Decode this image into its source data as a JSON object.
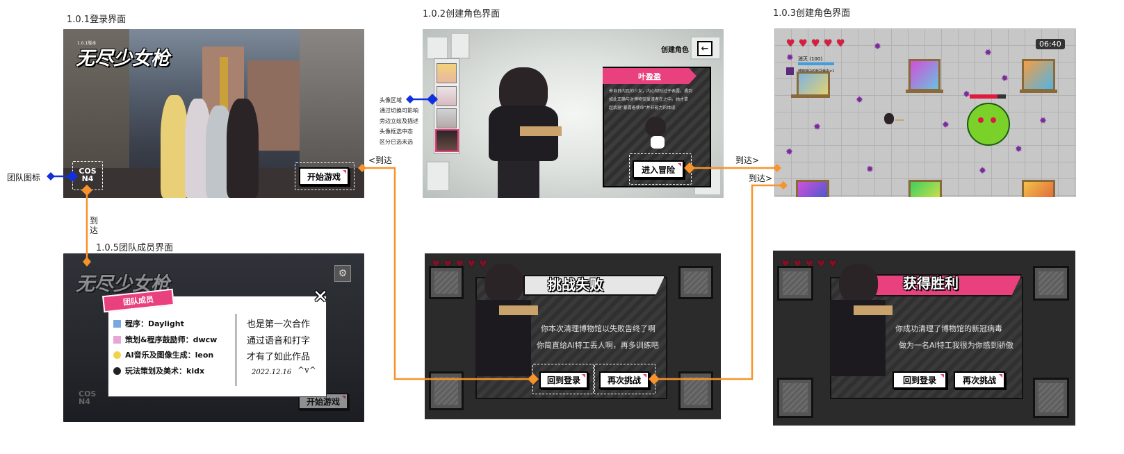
{
  "screens": {
    "login": {
      "title": "1.0.1登录界面",
      "game_logo": "无尽少女枪",
      "logo_tag": "1.0.1版本",
      "start_button": "开始游戏",
      "team_logo_top": "COS",
      "team_logo_bottom": "N4"
    },
    "create": {
      "title": "1.0.2创建角色界面",
      "header": "创建角色",
      "back_icon": "←",
      "role_name": "叶盈盈",
      "role_desc": [
        "来自日内瓦的少女，内心韧劲过于表露。遇到",
        "如此正确与对博物馆爱谨者在之中。她才拿",
        "起武器\"暴露着使命\"并非能力的体现"
      ],
      "enter_button": "进入冒险"
    },
    "game": {
      "title": "1.0.3创建角色界面",
      "timer": "06:40",
      "status_line": "消灭 (100)",
      "status_line2": "博物馆中的新冠病毒×1"
    },
    "team": {
      "title": "1.0.5团队成员界面",
      "banner": "团队成员",
      "close_icon": "✕",
      "members": [
        {
          "label": "程序：Daylight"
        },
        {
          "label": "策划&程序鼓励师：dwcw"
        },
        {
          "label": "AI音乐及图像生成：leon"
        },
        {
          "label": "玩法策划及美术：kidx"
        }
      ],
      "note_lines": [
        "也是第一次合作",
        "通过语音和打字",
        "才有了如此作品"
      ],
      "signature": "2022.12.16",
      "smile": "^v^",
      "start_button": "开始游戏"
    },
    "fail": {
      "banner": "挑战失败",
      "lines": [
        "你本次清理博物馆以失败告终了啊",
        "你简直给AI特工丢人啊，再多训练吧"
      ],
      "back_button": "回到登录",
      "retry_button": "再次挑战"
    },
    "win": {
      "banner": "获得胜利",
      "lines": [
        "你成功清理了博物馆的新冠病毒",
        "做为一名AI特工我很为你感到骄傲"
      ],
      "back_button": "回到登录",
      "retry_button": "再次挑战"
    }
  },
  "annotations": {
    "team_icon": "团队图标",
    "avatar_area": [
      "头像区域",
      "通过切换可影响",
      "旁边立绘及描述",
      "头像框选中态",
      "区分已选未选"
    ],
    "arrive_down": [
      "到",
      "达"
    ],
    "arrive_left": "<到达",
    "arrive_right_1": "到达>",
    "arrive_right_2": "到达>"
  },
  "colors": {
    "connector_orange": "#f7932a",
    "connector_blue": "#1030e0",
    "accent_pink": "#e8417d"
  }
}
